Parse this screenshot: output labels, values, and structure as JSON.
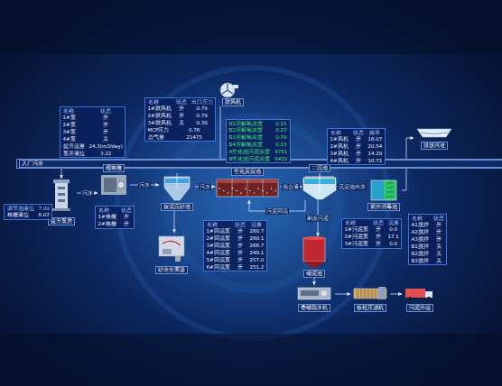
{
  "diagram": {
    "nodes": [
      {
        "text": [
          "入厂污水"
        ]
      },
      {
        "text": [
          "提升泵房"
        ]
      },
      {
        "text": [
          "调节池液位",
          "7.09",
          "格栅液位",
          "6.07"
        ]
      },
      {
        "text": [
          "名称",
          "状态",
          "1#泵",
          "开",
          "2#泵",
          "开",
          "3#泵",
          "开",
          "4#泵",
          "关",
          "提升流量",
          "24.3(m3/day)",
          "泵井液位",
          "3.22"
        ]
      },
      {
        "text": [
          "细格栅"
        ]
      },
      {
        "text": [
          "名称",
          "状态",
          "1#格栅",
          "开",
          "2#格栅",
          "开"
        ]
      },
      {
        "text": [
          "旋流沉砂池"
        ]
      },
      {
        "text": [
          "名称",
          "状态",
          "出口压力",
          "1#鼓风机",
          "开",
          "0.79",
          "2#鼓风机",
          "开",
          "0.79",
          "3#鼓风机",
          "关",
          "0.30",
          "MCP压力",
          "0.76",
          "总气量",
          "21475"
        ]
      },
      {
        "text": [
          "鼓风机"
        ]
      },
      {
        "text": [
          "B1溶解氧浓度",
          "0.15",
          "B2溶解氧浓度",
          "0.23",
          "B3溶解氧浓度",
          "0.79",
          "B4溶解氧浓度",
          "0.15",
          "A生化池污泥浓度",
          "4751",
          "B生化池污泥浓度",
          "6452"
        ]
      },
      {
        "text": [
          "生化反应池"
        ]
      },
      {
        "text": [
          "名称",
          "状态",
          "流量",
          "1#回流泵",
          "开",
          "260.7",
          "2#回流泵",
          "开",
          "260.1",
          "3#回流泵",
          "开",
          "266.7",
          "4#回流泵",
          "开",
          "249.1",
          "5#回流泵",
          "开",
          "257.0",
          "6#回流泵",
          "开",
          "251.2"
        ]
      },
      {
        "text": [
          "砂水分离器"
        ]
      },
      {
        "text": [
          "二沉池"
        ]
      },
      {
        "text": [
          "名称",
          "状态",
          "频率",
          "1#风机",
          "开",
          "16.07",
          "2#风机",
          "开",
          "20.54",
          "3#风机",
          "开",
          "14.29",
          "4#风机",
          "开",
          "10.71"
        ]
      },
      {
        "text": [
          "名称",
          "状态",
          "流量",
          "1#污泥泵",
          "开",
          "0.0",
          "2#污泥泵",
          "开",
          "17.1",
          "3#污泥泵",
          "开",
          "0.0"
        ]
      },
      {
        "text": [
          "紫外消毒池"
        ]
      },
      {
        "text": [
          "排放河道"
        ]
      },
      {
        "text": [
          "储泥池"
        ]
      },
      {
        "text": [
          "名称",
          "状态",
          "A1搅拌",
          "开",
          "A2搅拌",
          "开",
          "A3搅拌",
          "开",
          "B1搅拌",
          "关",
          "B2搅拌",
          "关",
          "B3搅拌",
          "关"
        ]
      },
      {
        "text": [
          "叠螺脱水机"
        ]
      },
      {
        "text": [
          "板框压滤机"
        ]
      },
      {
        "text": [
          "污泥外运"
        ]
      }
    ],
    "edges": [
      {
        "from": 0,
        "to": 1,
        "arrow": "to"
      },
      {
        "from": 1,
        "to": 4,
        "label": "污水",
        "arrow": "to"
      },
      {
        "from": 4,
        "to": 6,
        "label": "污水",
        "arrow": "to"
      },
      {
        "from": 6,
        "to": 12,
        "arrow": "to"
      },
      {
        "from": 6,
        "to": 10,
        "label": "污水",
        "arrow": "to"
      },
      {
        "from": 8,
        "to": 10,
        "arrow": "to"
      },
      {
        "from": 10,
        "to": 13,
        "label": "混合液",
        "arrow": "to"
      },
      {
        "from": 13,
        "to": 16,
        "label": "沉淀池出水",
        "arrow": "to"
      },
      {
        "from": 16,
        "to": 17,
        "arrow": "to"
      },
      {
        "from": 13,
        "to": 18,
        "label": "剩余污泥",
        "arrow": "to"
      },
      {
        "from": 13,
        "to": 10,
        "label": "污泥回流",
        "arrow": "to"
      },
      {
        "from": 18,
        "to": 20,
        "arrow": "to"
      },
      {
        "from": 20,
        "to": 21,
        "arrow": "to"
      },
      {
        "from": 21,
        "to": 22,
        "arrow": "to"
      }
    ]
  }
}
